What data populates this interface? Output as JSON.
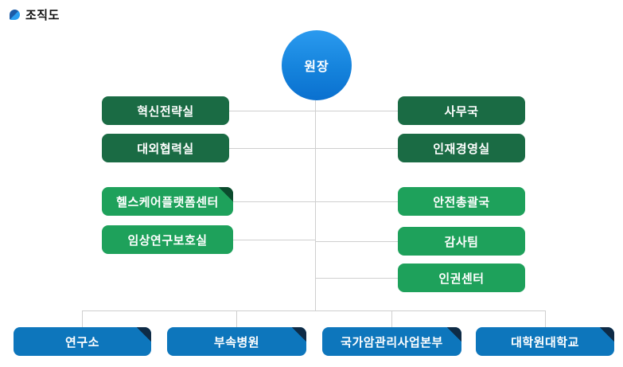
{
  "page": {
    "title": "조직도"
  },
  "org": {
    "root": {
      "label": "원장"
    },
    "left": [
      {
        "label": "혁신전략실"
      },
      {
        "label": "대외협력실"
      },
      {
        "label": "헬스케어플랫폼센터"
      },
      {
        "label": "임상연구보호실"
      }
    ],
    "right": [
      {
        "label": "사무국"
      },
      {
        "label": "인재경영실"
      },
      {
        "label": "안전총괄국"
      },
      {
        "label": "감사팀"
      },
      {
        "label": "인권센터"
      }
    ],
    "bottom": [
      {
        "label": "연구소"
      },
      {
        "label": "부속병원"
      },
      {
        "label": "국가암관리사업본부"
      },
      {
        "label": "대학원대학교"
      }
    ]
  },
  "colors": {
    "dark_green": "#1a6b44",
    "light_green": "#1ea15b",
    "blue": "#0d76bc",
    "fold_navy": "#0e2b46",
    "fold_green": "#0b4b2d",
    "connector_line": "#cfcfcf",
    "circle_gradient_top": "#2a9aef",
    "circle_gradient_bottom": "#0a70cf"
  }
}
